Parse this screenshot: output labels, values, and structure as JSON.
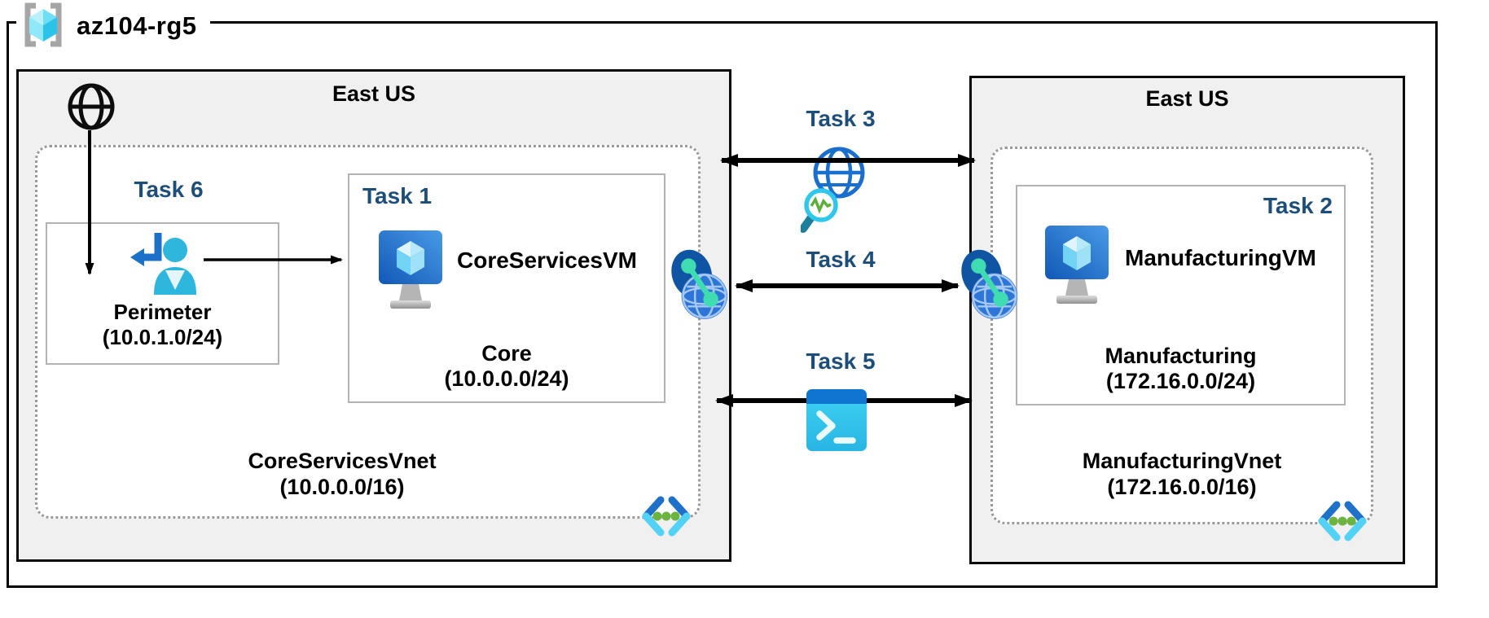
{
  "resource_group": {
    "name": "az104-rg5",
    "icon": "resource-group-icon"
  },
  "left_region": {
    "location": "East US",
    "internet_icon": "internet-globe-icon",
    "task6": {
      "label": "Task 6"
    },
    "perimeter": {
      "name": "Perimeter",
      "cidr": "(10.0.1.0/24)",
      "icon": "signin-user-icon"
    },
    "task1": {
      "label": "Task 1",
      "vm_name": "CoreServicesVM",
      "vm_icon": "virtual-machine-icon",
      "subnet_name": "Core",
      "subnet_cidr": "(10.0.0.0/24)"
    },
    "vnet": {
      "name": "CoreServicesVnet",
      "cidr": "(10.0.0.0/16)",
      "icon": "virtual-network-icon"
    }
  },
  "right_region": {
    "location": "East US",
    "task2": {
      "label": "Task 2",
      "vm_name": "ManufacturingVM",
      "vm_icon": "virtual-machine-icon",
      "subnet_name": "Manufacturing",
      "subnet_cidr": "(172.16.0.0/24)"
    },
    "vnet": {
      "name": "ManufacturingVnet",
      "cidr": "(172.16.0.0/16)",
      "icon": "virtual-network-icon"
    }
  },
  "connections": {
    "task3": {
      "label": "Task 3",
      "icon": "network-watcher-icon"
    },
    "task4": {
      "label": "Task 4",
      "icon": "vnet-peering-icon"
    },
    "task5": {
      "label": "Task 5",
      "icon": "cloud-shell-icon"
    }
  },
  "colors": {
    "task_label": "#1c4e79",
    "region_fill": "#f0f0f0",
    "region_border": "#0a0a0a",
    "inner_box_border": "#b3b3b3",
    "dotted_border": "#999999",
    "azure_blue": "#1c70c8",
    "cyan": "#35c1f1",
    "vnet_dot_green": "#6cb33f",
    "peering_teal": "#3edcb0"
  }
}
